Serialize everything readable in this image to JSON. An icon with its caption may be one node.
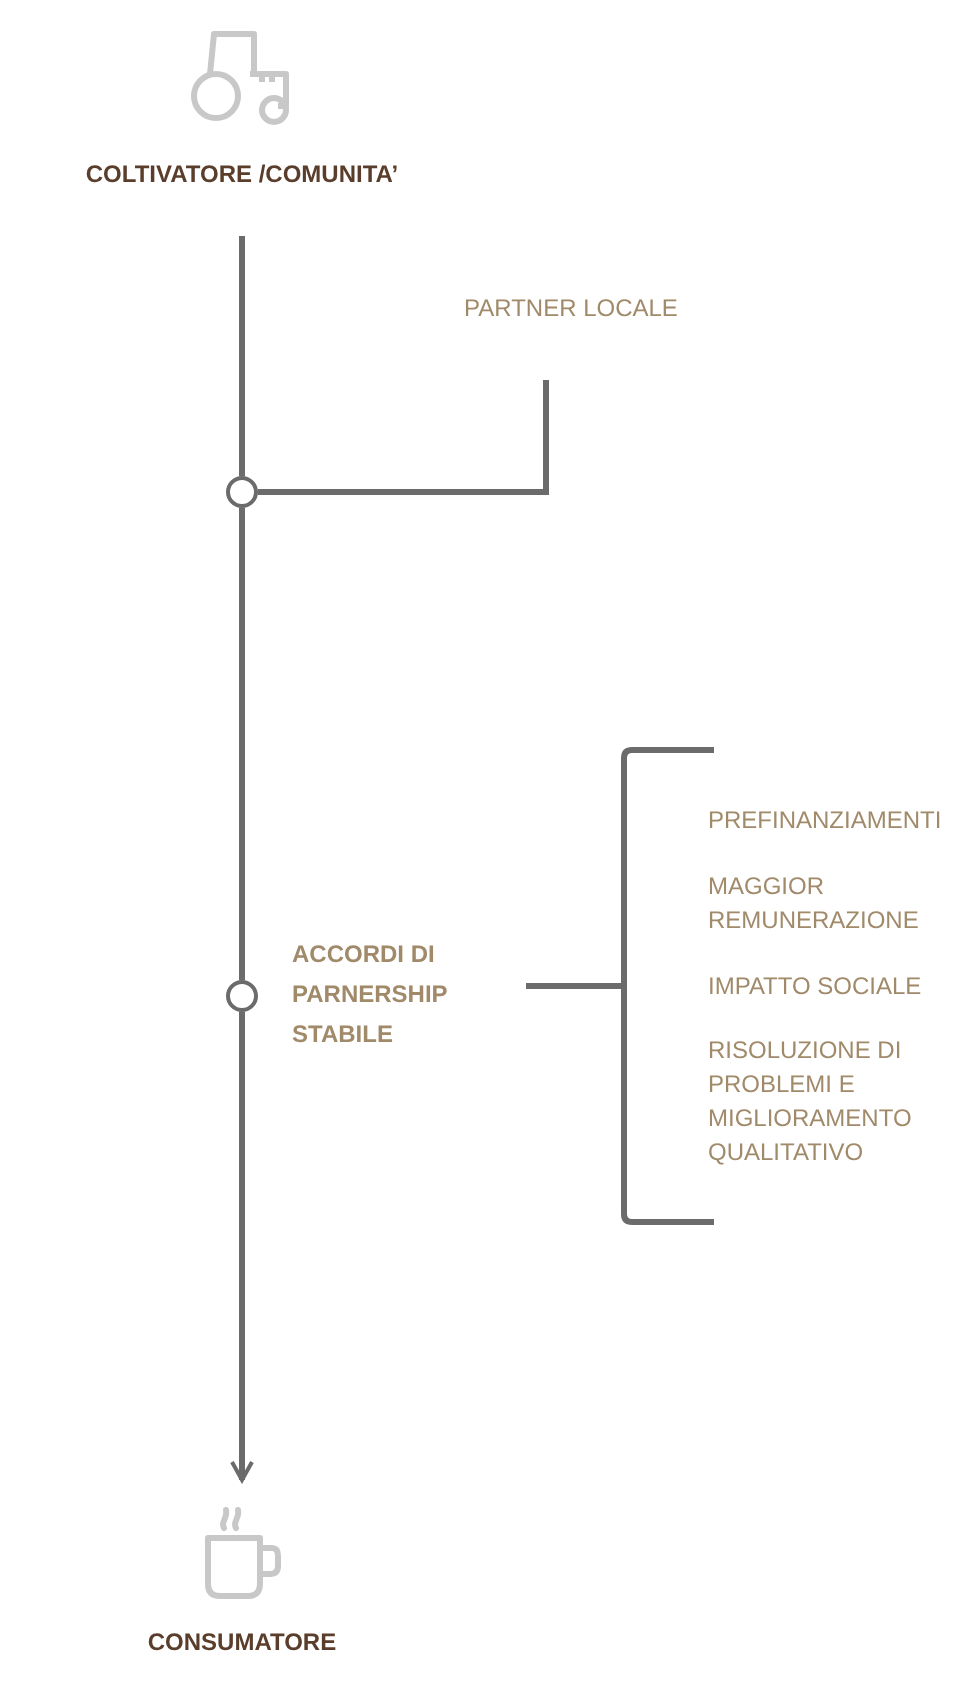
{
  "diagram": {
    "nodes": [
      {
        "text": [
          "COLTIVATORE /COMUNITA’"
        ]
      },
      {
        "text": [],
        "shape": "circle"
      },
      {
        "text": [
          "PARTNER LOCALE"
        ]
      },
      {
        "text": [],
        "shape": "circle"
      },
      {
        "text": [
          "ACCORDI DI PARNERSHIP STABILE"
        ]
      },
      {
        "text": [
          "PREFINANZIAMENTI"
        ]
      },
      {
        "text": [
          "MAGGIOR REMUNERAZIONE"
        ]
      },
      {
        "text": [
          "IMPATTO SOCIALE"
        ]
      },
      {
        "text": [
          "RISOLUZIONE DI PROBLEMI E MIGLIORAMENTO QUALITATIVO"
        ]
      },
      {
        "text": [
          "CONSUMATORE"
        ]
      }
    ],
    "edges": [
      {
        "from": 0,
        "to": 1,
        "arrow": "none"
      },
      {
        "from": 1,
        "to": 2,
        "arrow": "none"
      },
      {
        "from": 1,
        "to": 3,
        "arrow": "none"
      },
      {
        "from": 3,
        "to": 9,
        "arrow": "to"
      }
    ]
  }
}
